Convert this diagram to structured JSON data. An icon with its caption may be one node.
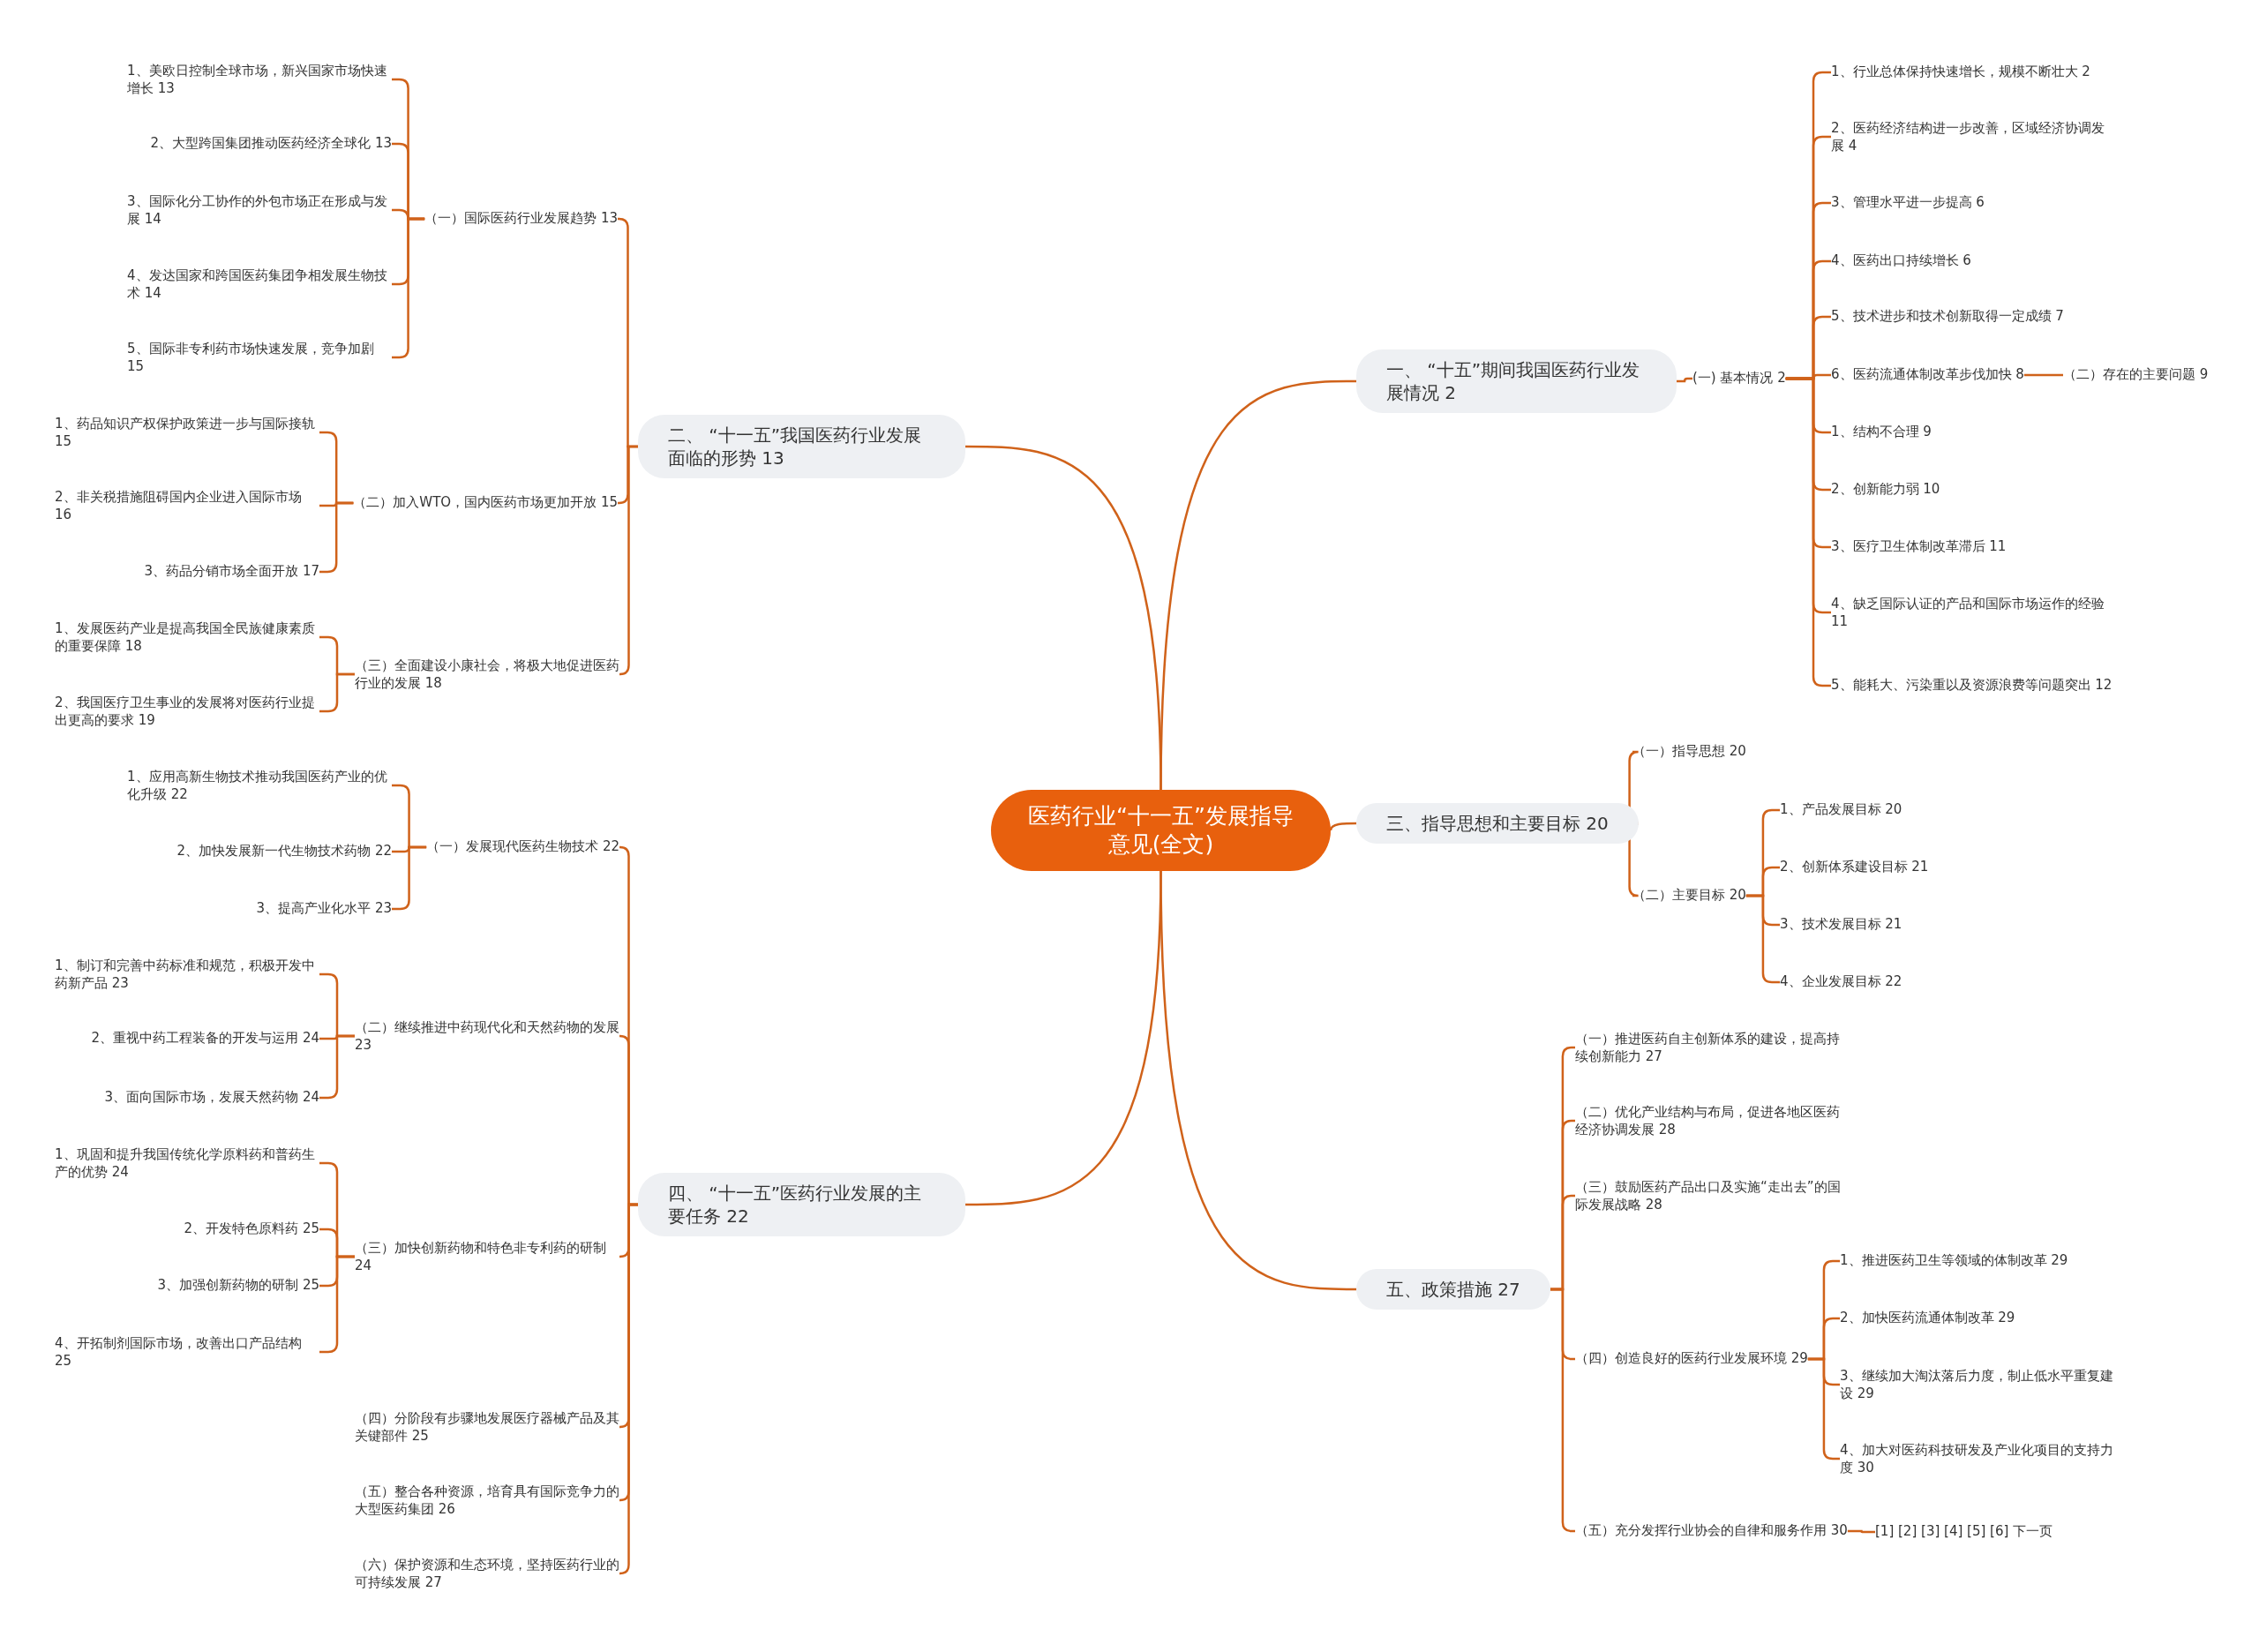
{
  "diagram": {
    "nodes": [
      {
        "text": [
          "医药行业“十一五”发展指导意见(全文)"
        ]
      },
      {
        "text": [
          "一、 “十五”期间我国医药行业发展情况 2"
        ]
      },
      {
        "text": [
          "(一) 基本情况 2"
        ]
      },
      {
        "text": [
          "1、行业总体保持快速增长，规模不断壮大 2"
        ]
      },
      {
        "text": [
          "2、医药经济结构进一步改善，区域经济协调发展 4"
        ]
      },
      {
        "text": [
          "3、管理水平进一步提高 6"
        ]
      },
      {
        "text": [
          "4、医药出口持续增长 6"
        ]
      },
      {
        "text": [
          "5、技术进步和技术创新取得一定成绩 7"
        ]
      },
      {
        "text": [
          "6、医药流通体制改革步伐加快 8"
        ]
      },
      {
        "text": [
          "（二）存在的主要问题 9"
        ]
      },
      {
        "text": [
          "1、结构不合理 9"
        ]
      },
      {
        "text": [
          "2、创新能力弱 10"
        ]
      },
      {
        "text": [
          "3、医疗卫生体制改革滞后 11"
        ]
      },
      {
        "text": [
          "4、缺乏国际认证的产品和国际市场运作的经验 11"
        ]
      },
      {
        "text": [
          "5、能耗大、污染重以及资源浪费等问题突出 12"
        ]
      },
      {
        "text": [
          "二、 “十一五”我国医药行业发展面临的形势 13"
        ]
      },
      {
        "text": [
          "（一）国际医药行业发展趋势 13"
        ]
      },
      {
        "text": [
          "1、美欧日控制全球市场，新兴国家市场快速增长 13"
        ]
      },
      {
        "text": [
          "2、大型跨国集团推动医药经济全球化 13"
        ]
      },
      {
        "text": [
          "3、国际化分工协作的外包市场正在形成与发展 14"
        ]
      },
      {
        "text": [
          "4、发达国家和跨国医药集团争相发展生物技术 14"
        ]
      },
      {
        "text": [
          "5、国际非专利药市场快速发展，竞争加剧 15"
        ]
      },
      {
        "text": [
          "（二）加入WTO，国内医药市场更加开放 15"
        ]
      },
      {
        "text": [
          "1、药品知识产权保护政策进一步与国际接轨 15"
        ]
      },
      {
        "text": [
          "2、非关税措施阻碍国内企业进入国际市场 16"
        ]
      },
      {
        "text": [
          "3、药品分销市场全面开放 17"
        ]
      },
      {
        "text": [
          "（三）全面建设小康社会，将极大地促进医药行业的发展 18"
        ]
      },
      {
        "text": [
          "1、发展医药产业是提高我国全民族健康素质的重要保障 18"
        ]
      },
      {
        "text": [
          "2、我国医疗卫生事业的发展将对医药行业提出更高的要求 19"
        ]
      },
      {
        "text": [
          "三、指导思想和主要目标 20"
        ]
      },
      {
        "text": [
          "（一）指导思想 20"
        ]
      },
      {
        "text": [
          "（二）主要目标 20"
        ]
      },
      {
        "text": [
          "1、产品发展目标 20"
        ]
      },
      {
        "text": [
          "2、创新体系建设目标 21"
        ]
      },
      {
        "text": [
          "3、技术发展目标 21"
        ]
      },
      {
        "text": [
          "4、企业发展目标 22"
        ]
      },
      {
        "text": [
          "四、 “十一五”医药行业发展的主要任务 22"
        ]
      },
      {
        "text": [
          "（一）发展现代医药生物技术 22"
        ]
      },
      {
        "text": [
          "1、应用高新生物技术推动我国医药产业的优化升级 22"
        ]
      },
      {
        "text": [
          "2、加快发展新一代生物技术药物 22"
        ]
      },
      {
        "text": [
          "3、提高产业化水平 23"
        ]
      },
      {
        "text": [
          "（二）继续推进中药现代化和天然药物的发展 23"
        ]
      },
      {
        "text": [
          "1、制订和完善中药标准和规范，积极开发中药新产品 23"
        ]
      },
      {
        "text": [
          "2、重视中药工程装备的开发与运用 24"
        ]
      },
      {
        "text": [
          "3、面向国际市场，发展天然药物 24"
        ]
      },
      {
        "text": [
          "（三）加快创新药物和特色非专利药的研制 24"
        ]
      },
      {
        "text": [
          "1、巩固和提升我国传统化学原料药和普药生产的优势 24"
        ]
      },
      {
        "text": [
          "2、开发特色原料药 25"
        ]
      },
      {
        "text": [
          "3、加强创新药物的研制 25"
        ]
      },
      {
        "text": [
          "4、开拓制剂国际市场，改善出口产品结构 25"
        ]
      },
      {
        "text": [
          "（四）分阶段有步骤地发展医疗器械产品及其关键部件 25"
        ]
      },
      {
        "text": [
          "（五）整合各种资源，培育具有国际竞争力的大型医药集团 26"
        ]
      },
      {
        "text": [
          "（六）保护资源和生态环境，坚持医药行业的可持续发展 27"
        ]
      },
      {
        "text": [
          "五、政策措施 27"
        ]
      },
      {
        "text": [
          "（一）推进医药自主创新体系的建设，提高持续创新能力 27"
        ]
      },
      {
        "text": [
          "（二）优化产业结构与布局，促进各地区医药经济协调发展 28"
        ]
      },
      {
        "text": [
          "（三）鼓励医药产品出口及实施“走出去”的国际发展战略 28"
        ]
      },
      {
        "text": [
          "（四）创造良好的医药行业发展环境 29"
        ]
      },
      {
        "text": [
          "1、推进医药卫生等领域的体制改革 29"
        ]
      },
      {
        "text": [
          "2、加快医药流通体制改革 29"
        ]
      },
      {
        "text": [
          "3、继续加大淘汰落后力度，制止低水平重复建设 29"
        ]
      },
      {
        "text": [
          "4、加大对医药科技研发及产业化项目的支持力度 30"
        ]
      },
      {
        "text": [
          "（五）充分发挥行业协会的自律和服务作用 30"
        ]
      },
      {
        "text": [
          "[1] [2] [3] [4] [5] [6]  下一页"
        ]
      }
    ],
    "edges": [
      {
        "from": 0,
        "to": 1,
        "arrow": "none"
      },
      {
        "from": 1,
        "to": 2,
        "arrow": "none"
      },
      {
        "from": 2,
        "to": 3,
        "arrow": "none"
      },
      {
        "from": 2,
        "to": 4,
        "arrow": "none"
      },
      {
        "from": 2,
        "to": 5,
        "arrow": "none"
      },
      {
        "from": 2,
        "to": 6,
        "arrow": "none"
      },
      {
        "from": 2,
        "to": 7,
        "arrow": "none"
      },
      {
        "from": 2,
        "to": 8,
        "arrow": "none"
      },
      {
        "from": 8,
        "to": 9,
        "arrow": "none"
      },
      {
        "from": 2,
        "to": 10,
        "arrow": "none"
      },
      {
        "from": 2,
        "to": 11,
        "arrow": "none"
      },
      {
        "from": 2,
        "to": 12,
        "arrow": "none"
      },
      {
        "from": 2,
        "to": 13,
        "arrow": "none"
      },
      {
        "from": 2,
        "to": 14,
        "arrow": "none"
      },
      {
        "from": 0,
        "to": 15,
        "arrow": "none"
      },
      {
        "from": 15,
        "to": 16,
        "arrow": "none"
      },
      {
        "from": 16,
        "to": 17,
        "arrow": "none"
      },
      {
        "from": 16,
        "to": 18,
        "arrow": "none"
      },
      {
        "from": 16,
        "to": 19,
        "arrow": "none"
      },
      {
        "from": 16,
        "to": 20,
        "arrow": "none"
      },
      {
        "from": 16,
        "to": 21,
        "arrow": "none"
      },
      {
        "from": 15,
        "to": 22,
        "arrow": "none"
      },
      {
        "from": 22,
        "to": 23,
        "arrow": "none"
      },
      {
        "from": 22,
        "to": 24,
        "arrow": "none"
      },
      {
        "from": 22,
        "to": 25,
        "arrow": "none"
      },
      {
        "from": 15,
        "to": 26,
        "arrow": "none"
      },
      {
        "from": 26,
        "to": 27,
        "arrow": "none"
      },
      {
        "from": 26,
        "to": 28,
        "arrow": "none"
      },
      {
        "from": 0,
        "to": 29,
        "arrow": "none"
      },
      {
        "from": 29,
        "to": 30,
        "arrow": "none"
      },
      {
        "from": 29,
        "to": 31,
        "arrow": "none"
      },
      {
        "from": 31,
        "to": 32,
        "arrow": "none"
      },
      {
        "from": 31,
        "to": 33,
        "arrow": "none"
      },
      {
        "from": 31,
        "to": 34,
        "arrow": "none"
      },
      {
        "from": 31,
        "to": 35,
        "arrow": "none"
      },
      {
        "from": 0,
        "to": 36,
        "arrow": "none"
      },
      {
        "from": 36,
        "to": 37,
        "arrow": "none"
      },
      {
        "from": 37,
        "to": 38,
        "arrow": "none"
      },
      {
        "from": 37,
        "to": 39,
        "arrow": "none"
      },
      {
        "from": 37,
        "to": 40,
        "arrow": "none"
      },
      {
        "from": 36,
        "to": 41,
        "arrow": "none"
      },
      {
        "from": 41,
        "to": 42,
        "arrow": "none"
      },
      {
        "from": 41,
        "to": 43,
        "arrow": "none"
      },
      {
        "from": 41,
        "to": 44,
        "arrow": "none"
      },
      {
        "from": 36,
        "to": 45,
        "arrow": "none"
      },
      {
        "from": 45,
        "to": 46,
        "arrow": "none"
      },
      {
        "from": 45,
        "to": 47,
        "arrow": "none"
      },
      {
        "from": 45,
        "to": 48,
        "arrow": "none"
      },
      {
        "from": 45,
        "to": 49,
        "arrow": "none"
      },
      {
        "from": 36,
        "to": 50,
        "arrow": "none"
      },
      {
        "from": 36,
        "to": 51,
        "arrow": "none"
      },
      {
        "from": 36,
        "to": 52,
        "arrow": "none"
      },
      {
        "from": 0,
        "to": 53,
        "arrow": "none"
      },
      {
        "from": 53,
        "to": 54,
        "arrow": "none"
      },
      {
        "from": 53,
        "to": 55,
        "arrow": "none"
      },
      {
        "from": 53,
        "to": 56,
        "arrow": "none"
      },
      {
        "from": 53,
        "to": 57,
        "arrow": "none"
      },
      {
        "from": 57,
        "to": 58,
        "arrow": "none"
      },
      {
        "from": 57,
        "to": 59,
        "arrow": "none"
      },
      {
        "from": 57,
        "to": 60,
        "arrow": "none"
      },
      {
        "from": 57,
        "to": 61,
        "arrow": "none"
      },
      {
        "from": 53,
        "to": 62,
        "arrow": "none"
      },
      {
        "from": 62,
        "to": 63,
        "arrow": "none"
      }
    ]
  }
}
